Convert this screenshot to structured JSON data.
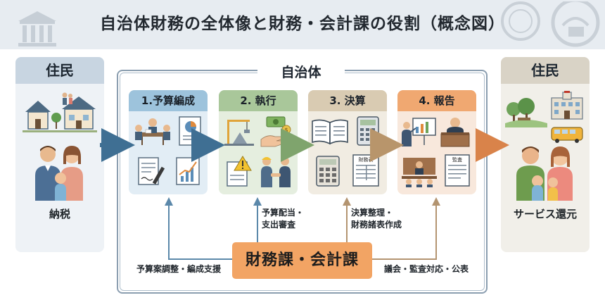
{
  "title": "自治体財務の全体像と財務・会計課の役割（概念図）",
  "residents_left": {
    "heading": "住民",
    "label": "納税"
  },
  "residents_right": {
    "heading": "住民",
    "label": "サービス還元"
  },
  "government": {
    "heading": "自治体"
  },
  "steps": [
    {
      "label": "1.予算編成"
    },
    {
      "label": "2. 執行"
    },
    {
      "label": "3. 決算"
    },
    {
      "label": "4. 報告"
    }
  ],
  "finance_dept": {
    "label": "財務課・会計課"
  },
  "roles": {
    "budget": "予算案調整・編成支援",
    "execution_line1": "予算配当・",
    "execution_line2": "支出審査",
    "settlement_line1": "決算整理・",
    "settlement_line2": "財務諸表作成",
    "report": "議会・監査対応・公表"
  },
  "icon_text": {
    "financial_statement": "財務表",
    "audit": "監査"
  },
  "colors": {
    "step1": "#9dc3dc",
    "step2": "#a9c79a",
    "step3": "#d9cbb2",
    "step4": "#f0a871",
    "finance": "#f2a464",
    "arrow_blue": "#3f6f93",
    "arrow_green": "#7fa46d",
    "arrow_tan": "#b8956b",
    "arrow_orange": "#d9834a"
  }
}
